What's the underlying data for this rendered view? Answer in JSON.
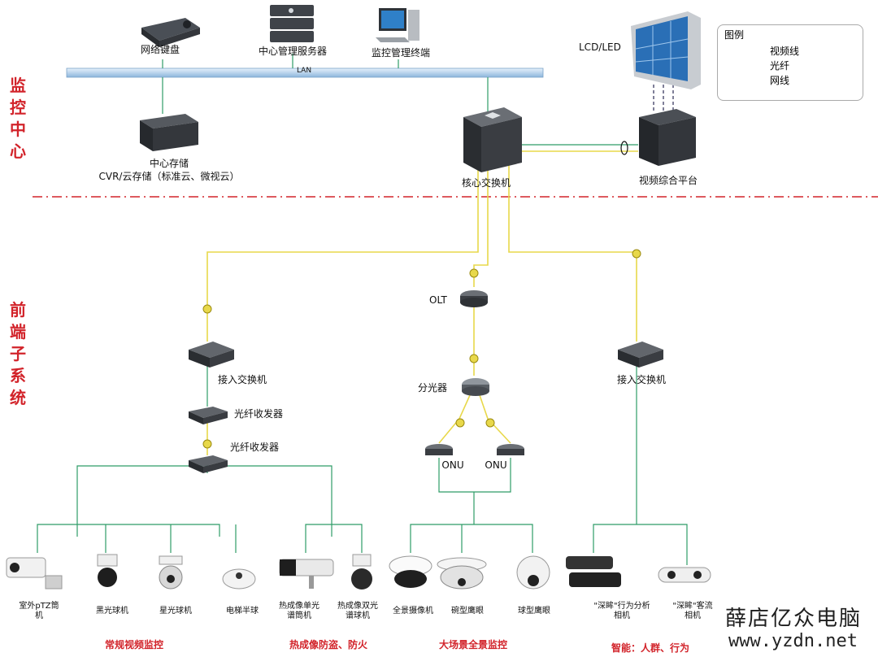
{
  "sides": {
    "center": "监控中心",
    "front": "前端子系统"
  },
  "center": {
    "keyboard": "网络键盘",
    "server": "中心管理服务器",
    "terminal": "监控管理终端",
    "lan": "LAN",
    "storage_1": "中心存储",
    "storage_2": "CVR/云存储（标准云、微视云）",
    "core_switch": "核心交换机",
    "display": "LCD/LED",
    "platform": "视频综合平台"
  },
  "legend": {
    "title": "图例",
    "video": "视频线",
    "fiber": "光纤",
    "network": "网线"
  },
  "front": {
    "access_switch_left": "接入交换机",
    "transceiver_1": "光纤收发器",
    "transceiver_2": "光纤收发器",
    "olt": "OLT",
    "splitter": "分光器",
    "onu_left": "ONU",
    "onu_right": "ONU",
    "access_switch_right": "接入交换机"
  },
  "cameras": [
    {
      "l1": "室外pTZ筒",
      "l2": "机"
    },
    {
      "l1": "黑光球机",
      "l2": ""
    },
    {
      "l1": "星光球机",
      "l2": ""
    },
    {
      "l1": "电梯半球",
      "l2": ""
    },
    {
      "l1": "热成像单光",
      "l2": "谱筒机"
    },
    {
      "l1": "热成像双光",
      "l2": "谱球机"
    },
    {
      "l1": "全景摄像机",
      "l2": ""
    },
    {
      "l1": "碗型鹰眼",
      "l2": ""
    },
    {
      "l1": "球型鹰眼",
      "l2": ""
    },
    {
      "l1": "\"深眸\"行为分析",
      "l2": "相机"
    },
    {
      "l1": "\"深眸\"客流",
      "l2": "相机"
    }
  ],
  "categories": {
    "regular": "常规视频监控",
    "thermal": "热成像防盗、防火",
    "panorama": "大场景全景监控",
    "smart": "智能：人群、行为"
  },
  "watermark": {
    "cn": "薛店亿众电脑",
    "url": "www.yzdn.net"
  },
  "colors": {
    "red": "#d2232a",
    "green": "#2e9c68",
    "fiber": "#e8d84a",
    "video": "#555577"
  }
}
